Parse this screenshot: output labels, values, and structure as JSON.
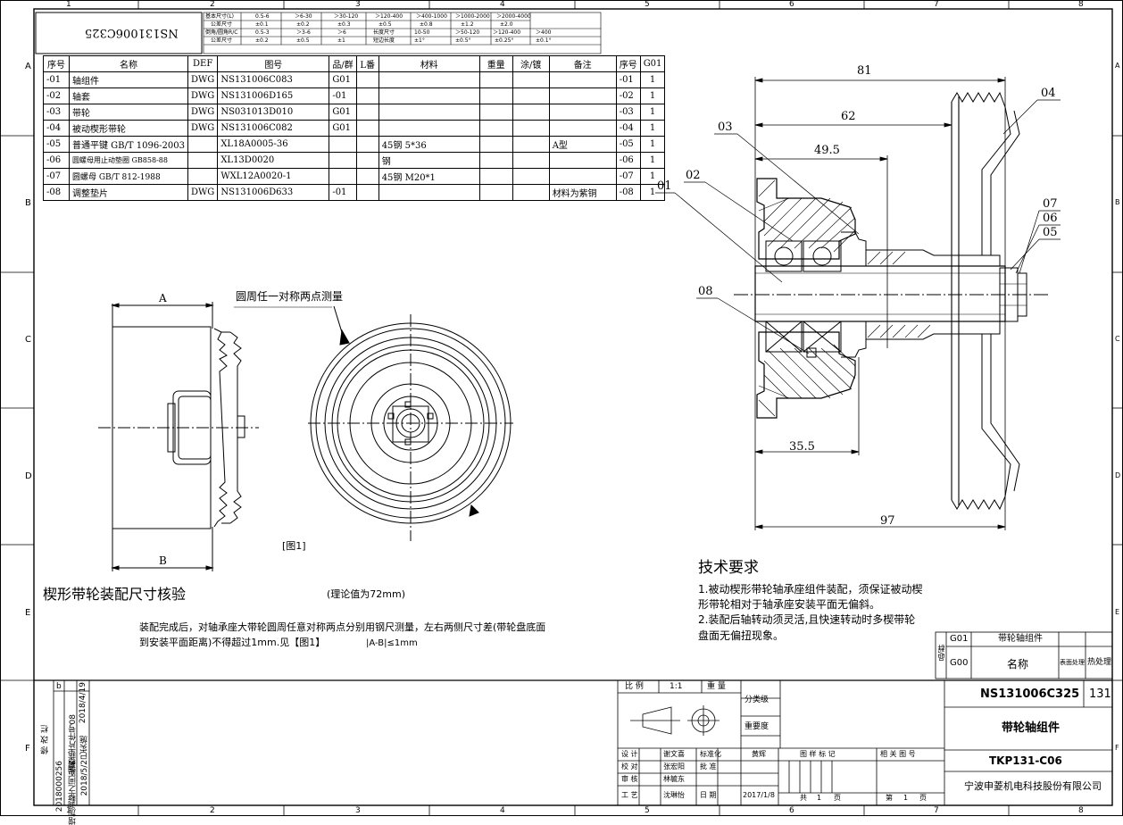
{
  "frame": {
    "col_numbers": [
      "1",
      "2",
      "3",
      "4",
      "5",
      "6",
      "7",
      "8"
    ],
    "row_letters": [
      "A",
      "B",
      "C",
      "D",
      "E",
      "F"
    ]
  },
  "drawing_code_mirrored": "NS131006C325",
  "bom": {
    "headers": [
      "序号",
      "名称",
      "DEF",
      "图号",
      "品/群",
      "L番",
      "材料",
      "重量",
      "涂/镀",
      "备注",
      "序号",
      "G01"
    ],
    "rows": [
      {
        "no": "-01",
        "name": "轴组件",
        "def": "DWG",
        "drawing": "NS131006C083",
        "group": "G01",
        "l": "",
        "material": "",
        "weight": "",
        "coat": "",
        "remark": "",
        "no2": "-01",
        "qty": "1"
      },
      {
        "no": "-02",
        "name": "轴套",
        "def": "DWG",
        "drawing": "NS131006D165",
        "group": "-01",
        "l": "",
        "material": "",
        "weight": "",
        "coat": "",
        "remark": "",
        "no2": "-02",
        "qty": "1"
      },
      {
        "no": "-03",
        "name": "带轮",
        "def": "DWG",
        "drawing": "NS031013D010",
        "group": "G01",
        "l": "",
        "material": "",
        "weight": "",
        "coat": "",
        "remark": "",
        "no2": "-03",
        "qty": "1"
      },
      {
        "no": "-04",
        "name": "被动楔形带轮",
        "def": "DWG",
        "drawing": "NS131006C082",
        "group": "G01",
        "l": "",
        "material": "",
        "weight": "",
        "coat": "",
        "remark": "",
        "no2": "-04",
        "qty": "1"
      },
      {
        "no": "-05",
        "name": "普通平键 GB/T 1096-2003",
        "def": "",
        "drawing": "XL18A0005-36",
        "group": "",
        "l": "",
        "material": "45钢 5*36",
        "weight": "",
        "coat": "",
        "remark": "A型",
        "no2": "-05",
        "qty": "1"
      },
      {
        "no": "-06",
        "name": "圆螺母用止动垫圈 GB858-88",
        "def": "",
        "drawing": "XL13D0020",
        "group": "",
        "l": "",
        "material": "钢",
        "weight": "",
        "coat": "",
        "remark": "",
        "no2": "-06",
        "qty": "1"
      },
      {
        "no": "-07",
        "name": "圆螺母 GB/T 812-1988",
        "def": "",
        "drawing": "WXL12A0020-1",
        "group": "",
        "l": "",
        "material": "45钢 M20*1",
        "weight": "",
        "coat": "",
        "remark": "",
        "no2": "-07",
        "qty": "1"
      },
      {
        "no": "-08",
        "name": "调整垫片",
        "def": "DWG",
        "drawing": "NS131006D633",
        "group": "-01",
        "l": "",
        "material": "",
        "weight": "",
        "coat": "",
        "remark": "材料为紫铜",
        "no2": "-08",
        "qty": "1"
      }
    ]
  },
  "tol_table": {
    "r1": [
      "基本尺寸(L)",
      "0.5-6",
      "＞6-30",
      "＞30-120",
      "＞120-400",
      "＞400-1000",
      "＞1000-2000",
      "＞2000-4000"
    ],
    "r2": [
      "公差尺寸",
      "±0.1",
      "±0.2",
      "±0.3",
      "±0.5",
      "±0.8",
      "±1.2",
      "±2.0"
    ],
    "r3": [
      "倒角/圆角R/C",
      "0.5-3",
      "＞3-6",
      "＞6",
      "长度尺寸",
      "10-50",
      "＞50-120",
      "＞120-400",
      "＞400"
    ],
    "r4": [
      "公差尺寸",
      "±0.2",
      "±0.5",
      "±1",
      "短边长度",
      "±1°",
      "±0.5°",
      "±0.25°",
      "±0.1°"
    ]
  },
  "views": {
    "dim_a": "A",
    "dim_b": "B",
    "measure_note": "圆周任一对称两点测量",
    "fig_label": "[图1]",
    "check_title": "楔形带轮装配尺寸核验",
    "theory_value": "(理论值为72mm)",
    "check_text_1": "装配完成后，对轴承座大带轮圆周任意对称两点分别用钢尺测量，左右两侧尺寸差(带轮盘底面",
    "check_text_2": "到安装平面距离)不得超过1mm.见【图1】",
    "check_formula": "|A-B|≤1mm"
  },
  "section": {
    "dims": [
      "81",
      "62",
      "49.5",
      "35.5",
      "97"
    ],
    "balloons": [
      "01",
      "02",
      "03",
      "04",
      "05",
      "06",
      "07",
      "08"
    ]
  },
  "tech_req": {
    "title": "技术要求",
    "line1": "1.被动楔形带轮轴承座组件装配，须保证被动楔",
    "line2": "形带轮相对于轴承座安装平面无偏斜。",
    "line3": "2.装配后轴转动须灵活,且快速转动时多楔带轮",
    "line4": "盘面无偏扭现象。"
  },
  "variant_table": {
    "g01": "G01",
    "g01_name": "带轮轴组件",
    "g00": "G00",
    "name_label": "名称",
    "surface": "表面处理",
    "heat": "热处理",
    "side": "品/群"
  },
  "revision": {
    "rev_mark": "b",
    "date1": "2018/4/19",
    "text1": "调整垫片件号08",
    "text2": "2018/5/2已实施",
    "text3": "增加调整之间距离",
    "code": "2018000256",
    "rev_label": "修 改 栏"
  },
  "title_block": {
    "scale_label": "比 例",
    "scale": "1:1",
    "weight_label": "重 量",
    "class_label": "分类级",
    "importance_label": "重要度",
    "design_label": "设 计",
    "designer": "谢文喜",
    "std_label": "标准化",
    "std_person": "黄辉",
    "check_label": "校 对",
    "checker": "张宏阳",
    "approve_label": "批 准",
    "review_label": "审 核",
    "reviewer": "林毓东",
    "process_label": "工 艺",
    "process_person": "沈琳怡",
    "date_label": "日 期",
    "date": "2017/1/8",
    "mark_label": "图 样 标 记",
    "related_label": "相 关 图 号",
    "total_label": "共",
    "total_n": "1",
    "page_unit": "页",
    "sheet_label": "第",
    "sheet_n": "1",
    "drawing_no": "NS131006C325",
    "size_code": "131",
    "part_name": "带轮轴组件",
    "project_code": "TKP131-C06",
    "company": "宁波申菱机电科技股份有限公司"
  }
}
